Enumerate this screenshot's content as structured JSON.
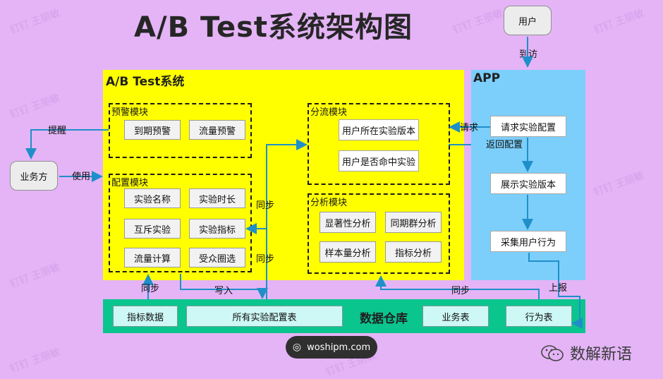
{
  "title": "A/B Test系统架构图",
  "user": "用户",
  "visit_label": "到访",
  "ab_system": {
    "label": "A/B Test系统",
    "warning": {
      "label": "预警模块",
      "items": [
        "到期预警",
        "流量预警"
      ]
    },
    "config": {
      "label": "配置模块",
      "items": [
        "实验名称",
        "实验时长",
        "互斥实验",
        "实验指标",
        "流量计算",
        "受众圈选"
      ]
    },
    "split": {
      "label": "分流模块",
      "items": [
        "用户所在实验版本",
        "用户是否命中实验"
      ]
    },
    "analysis": {
      "label": "分析模块",
      "items": [
        "显著性分析",
        "同期群分析",
        "样本量分析",
        "指标分析"
      ]
    }
  },
  "app": {
    "label": "APP",
    "items": [
      "请求实验配置",
      "展示实验版本",
      "采集用户行为"
    ]
  },
  "business": "业务方",
  "edge_labels": {
    "remind": "提醒",
    "use": "使用",
    "request": "请求",
    "return_config": "返回配置",
    "sync": "同步",
    "write": "写入",
    "report": "上报"
  },
  "warehouse": {
    "label": "数据仓库",
    "items": [
      "指标数据",
      "所有实验配置表",
      "业务表",
      "行为表"
    ]
  },
  "watermark": "钉钉 王丽敏",
  "site": "woshipm.com",
  "brand": "数解新语",
  "colors": {
    "background": "#e4b4f6",
    "system": "#ffff00",
    "app": "#7ccffb",
    "warehouse": "#0bc58e",
    "arrow": "#1f8fc9"
  }
}
